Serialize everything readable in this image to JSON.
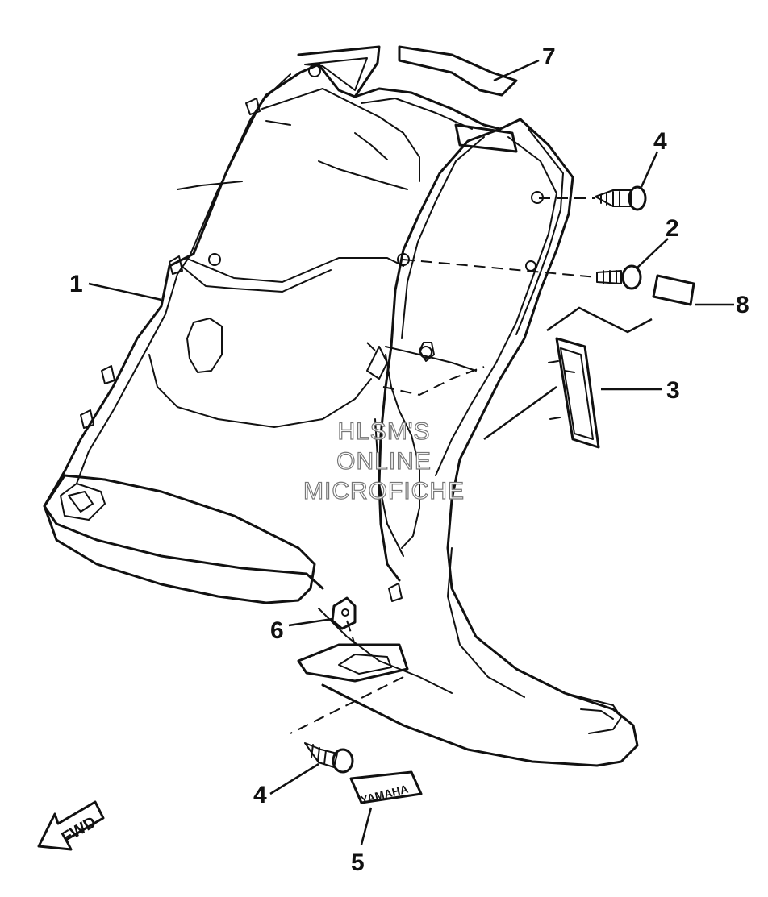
{
  "callouts": {
    "c1": "1",
    "c2": "2",
    "c3": "3",
    "c4a": "4",
    "c4b": "4",
    "c5": "5",
    "c6": "6",
    "c7": "7",
    "c8": "8"
  },
  "emblem_text": "YAMAHA",
  "forward_arrow": "FWD",
  "watermark": [
    "HLSM'S",
    "ONLINE",
    "MICROFICHE"
  ],
  "colors": {
    "line": "#111111",
    "background": "#ffffff",
    "watermark_outline": "#777777"
  }
}
